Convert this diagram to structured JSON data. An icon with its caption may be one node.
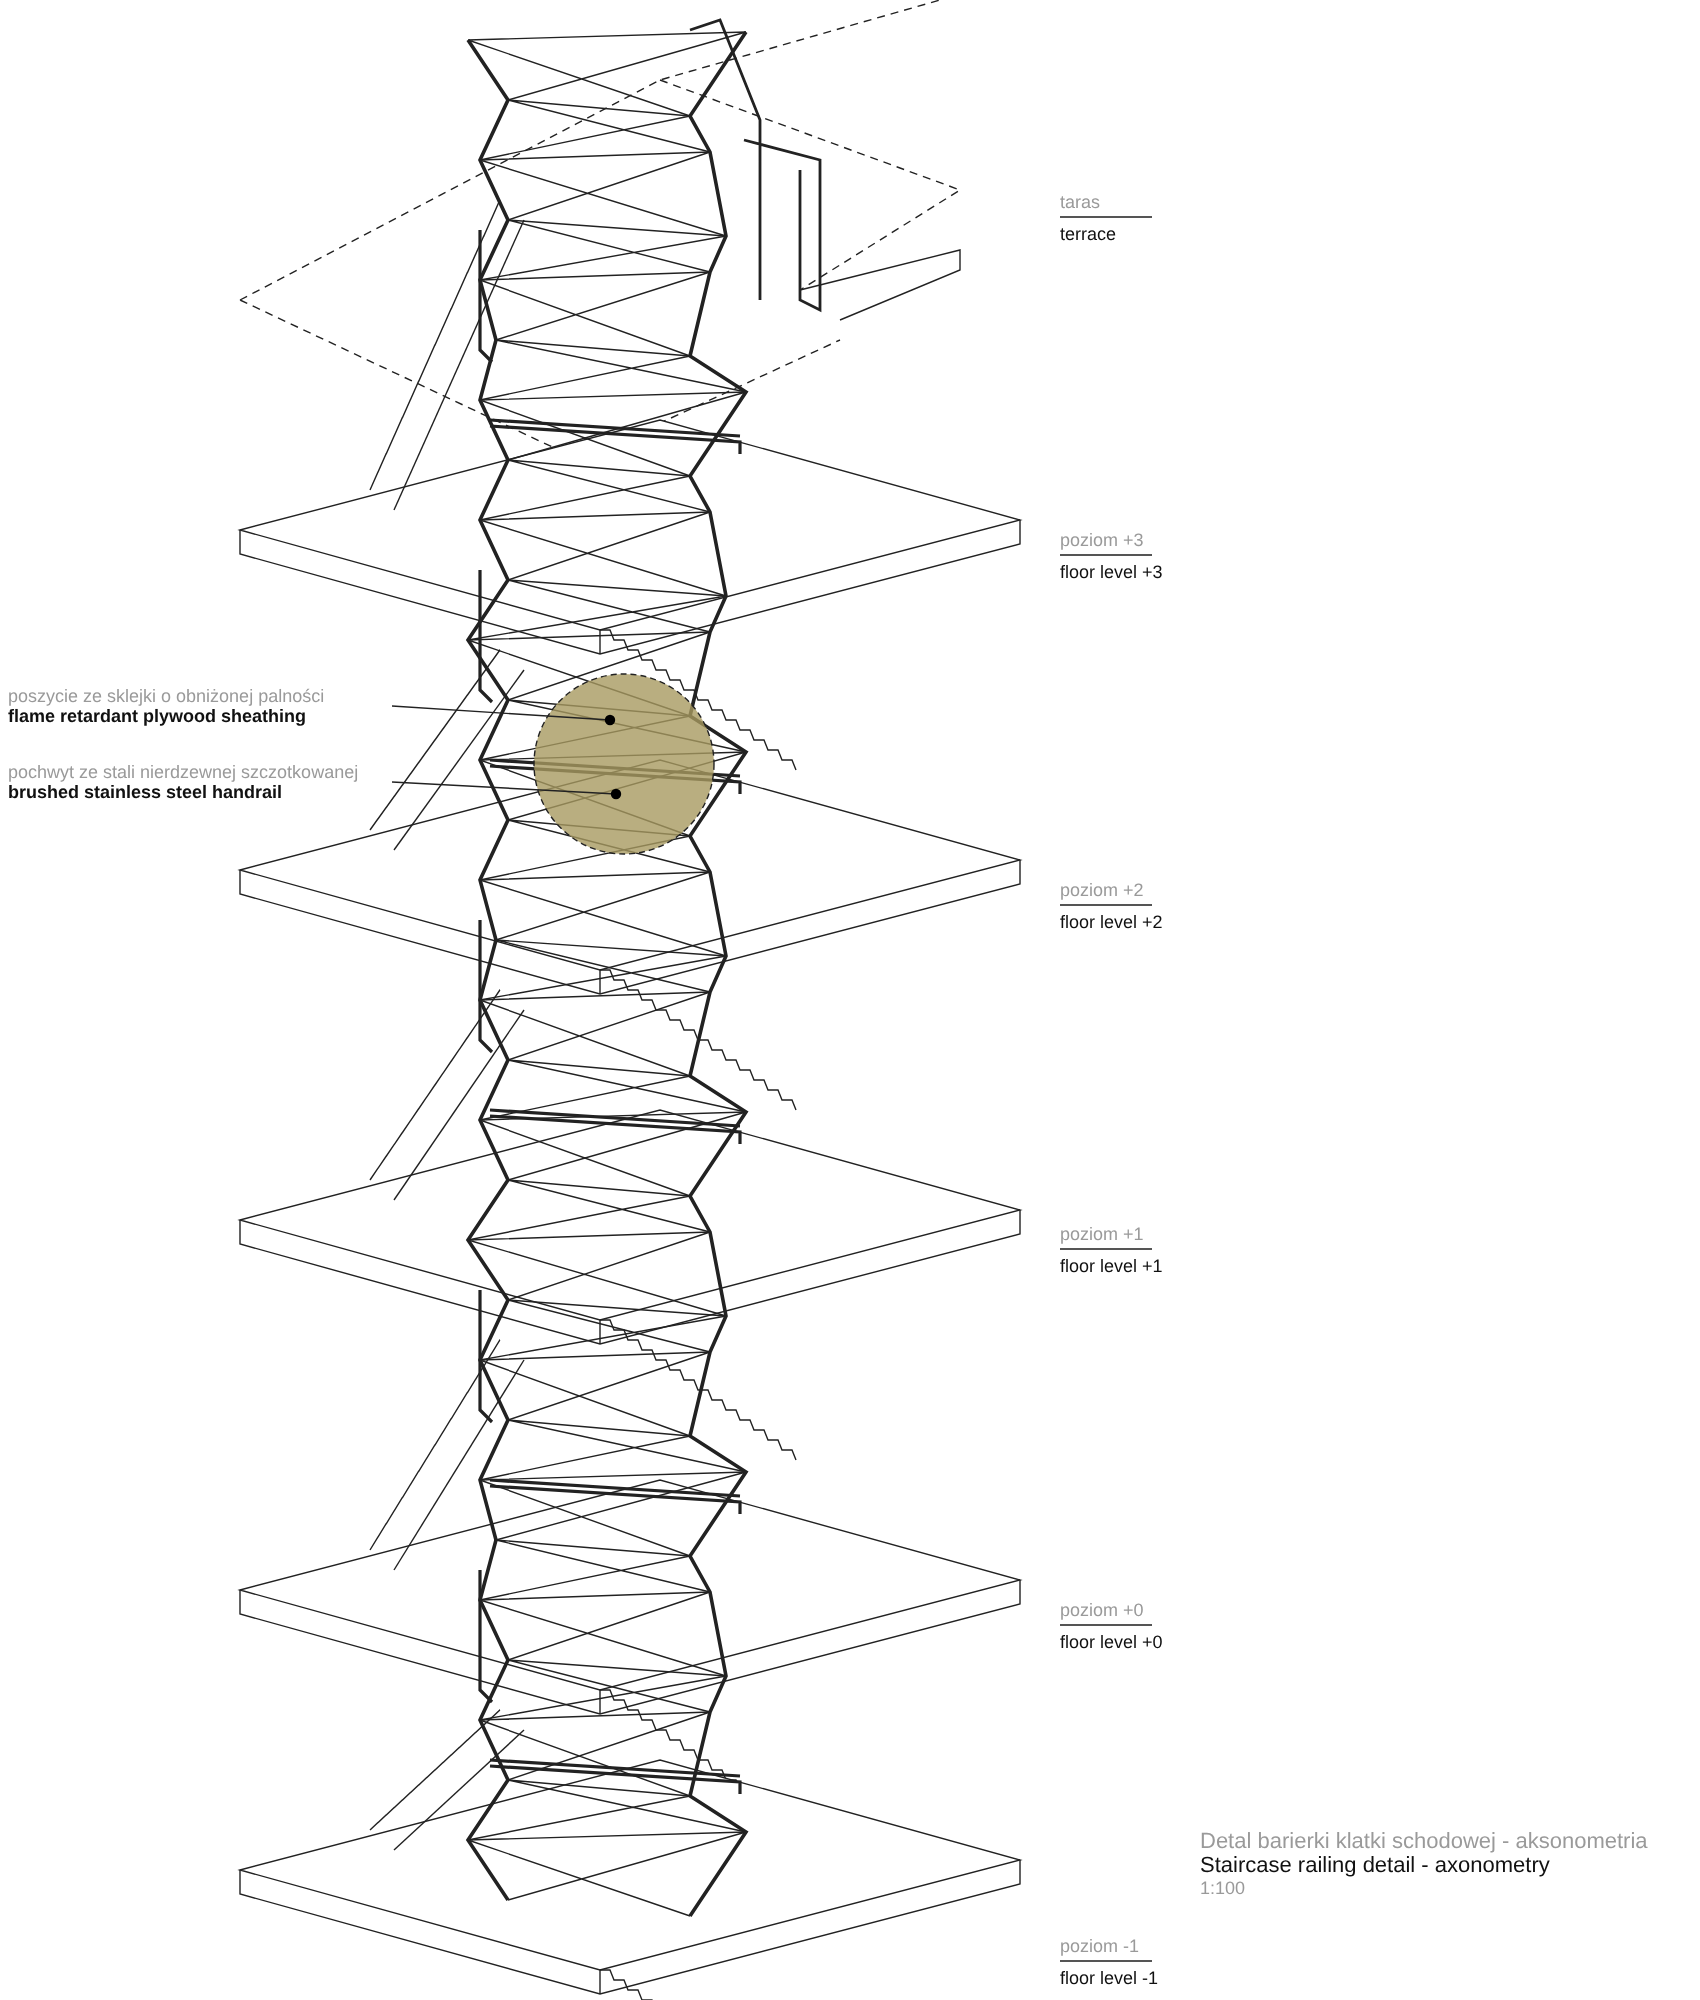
{
  "diagram": {
    "title": "Detal barierki klatki schodowej - aksonometria",
    "nodes": [
      {
        "text": [
          "poszycie ze sklejki o obniżonej palności",
          "flame retardant plywood sheathing"
        ]
      },
      {
        "text": [
          "pochwyt ze stali nierdzewnej szczotkowanej",
          "brushed stainless steel handrail"
        ]
      }
    ],
    "edges": [
      {
        "from": 0,
        "to": null,
        "arrow": "other"
      },
      {
        "from": 1,
        "to": null,
        "arrow": "other"
      }
    ],
    "labels": [
      "taras",
      "terrace",
      "poziom +3",
      "floor level +3",
      "poziom +2",
      "floor level +2",
      "poziom +1",
      "floor level +1",
      "poziom +0",
      "floor level +0",
      "poziom -1",
      "floor level -1",
      "Staircase railing detail - axonometry",
      "1:100"
    ]
  }
}
